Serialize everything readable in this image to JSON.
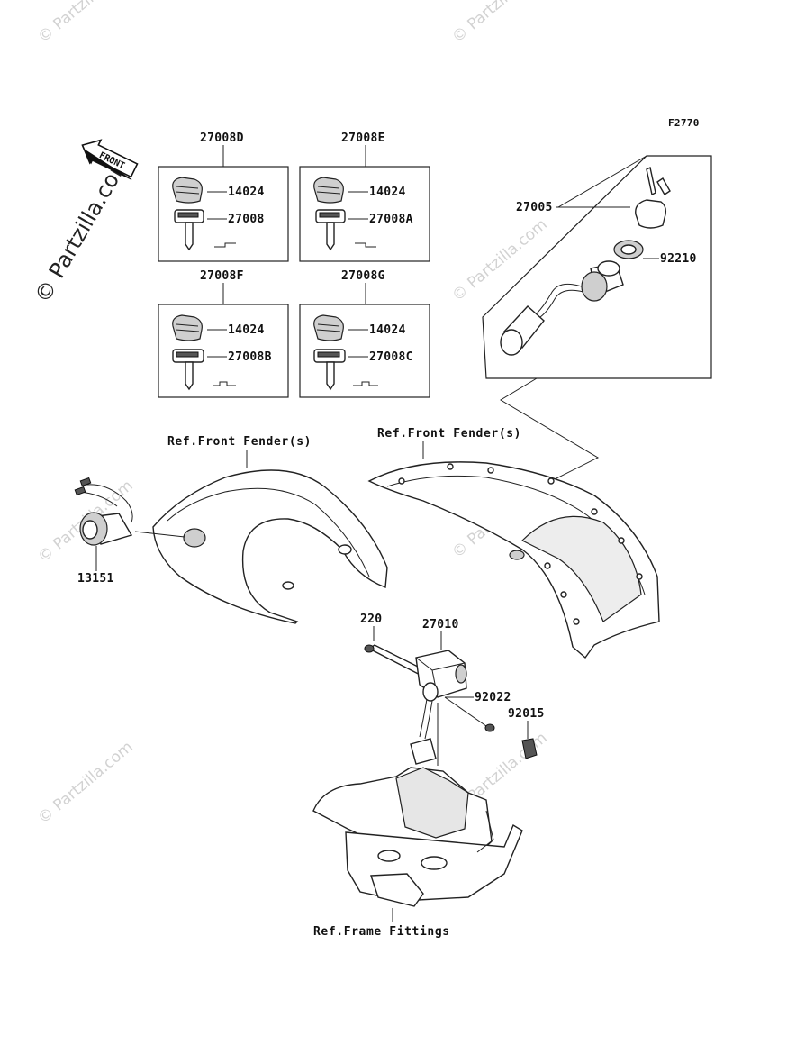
{
  "figure_code": "F2770",
  "watermark": {
    "side_text": "© Partzilla.com",
    "tiled_text": "© Partzilla.com"
  },
  "front_arrow_label": "FRONT",
  "key_sets": [
    {
      "set": "27008D",
      "parts": [
        "14024",
        "27008"
      ]
    },
    {
      "set": "27008E",
      "parts": [
        "14024",
        "27008A"
      ]
    },
    {
      "set": "27008F",
      "parts": [
        "14024",
        "27008B"
      ]
    },
    {
      "set": "27008G",
      "parts": [
        "14024",
        "27008C"
      ]
    }
  ],
  "ignition_group": {
    "assembly": "27005",
    "ring": "92210"
  },
  "switch_part": "13151",
  "references": {
    "fender_left": "Ref.Front Fender(s)",
    "fender_right": "Ref.Front Fender(s)",
    "frame": "Ref.Frame Fittings"
  },
  "bracket_parts": {
    "bolt": "220",
    "unit": "27010",
    "washer": "92022",
    "nut": "92015"
  },
  "colors": {
    "line": "#222222",
    "shade": "#cfcfcf",
    "watermark": "#d2d2d2"
  }
}
